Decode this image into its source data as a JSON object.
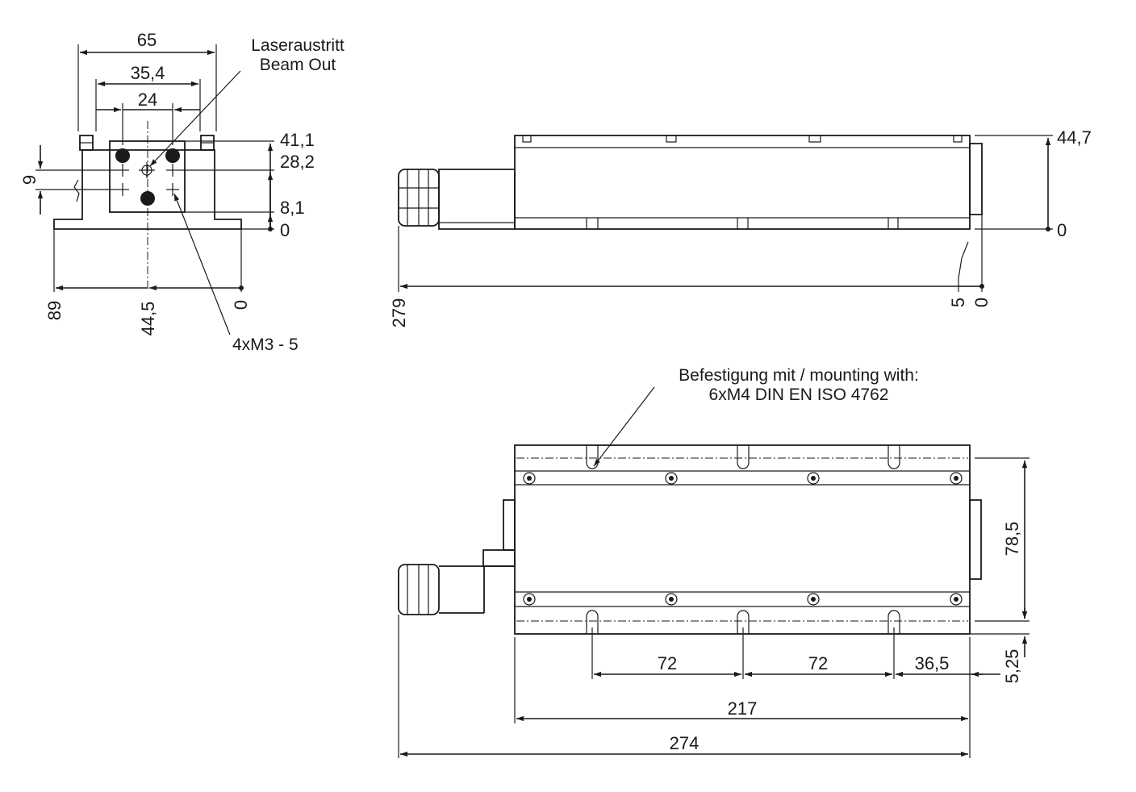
{
  "front_view": {
    "width_65": "65",
    "hole_spacing_35_4": "35,4",
    "hole_spacing_24": "24",
    "beam_out_label_de": "Laseraustritt",
    "beam_out_label_en": "Beam Out",
    "height_41_1": "41,1",
    "height_28_2": "28,2",
    "height_8_1": "8,1",
    "height_0": "0",
    "offset_9": "9",
    "base_89": "89",
    "base_44_5": "44,5",
    "base_0": "0",
    "thread_label": "4xM3 - 5"
  },
  "side_view": {
    "height_44_7": "44,7",
    "height_0": "0",
    "length_279": "279",
    "offset_5": "5",
    "offset_0": "0"
  },
  "top_view": {
    "mounting_note_1": "Befestigung mit / mounting with:",
    "mounting_note_2": "6xM4 DIN EN ISO 4762",
    "pitch_72_a": "72",
    "pitch_72_b": "72",
    "pitch_36_5": "36,5",
    "length_217": "217",
    "length_274": "274",
    "width_78_5": "78,5",
    "offset_5_25": "5,25"
  }
}
